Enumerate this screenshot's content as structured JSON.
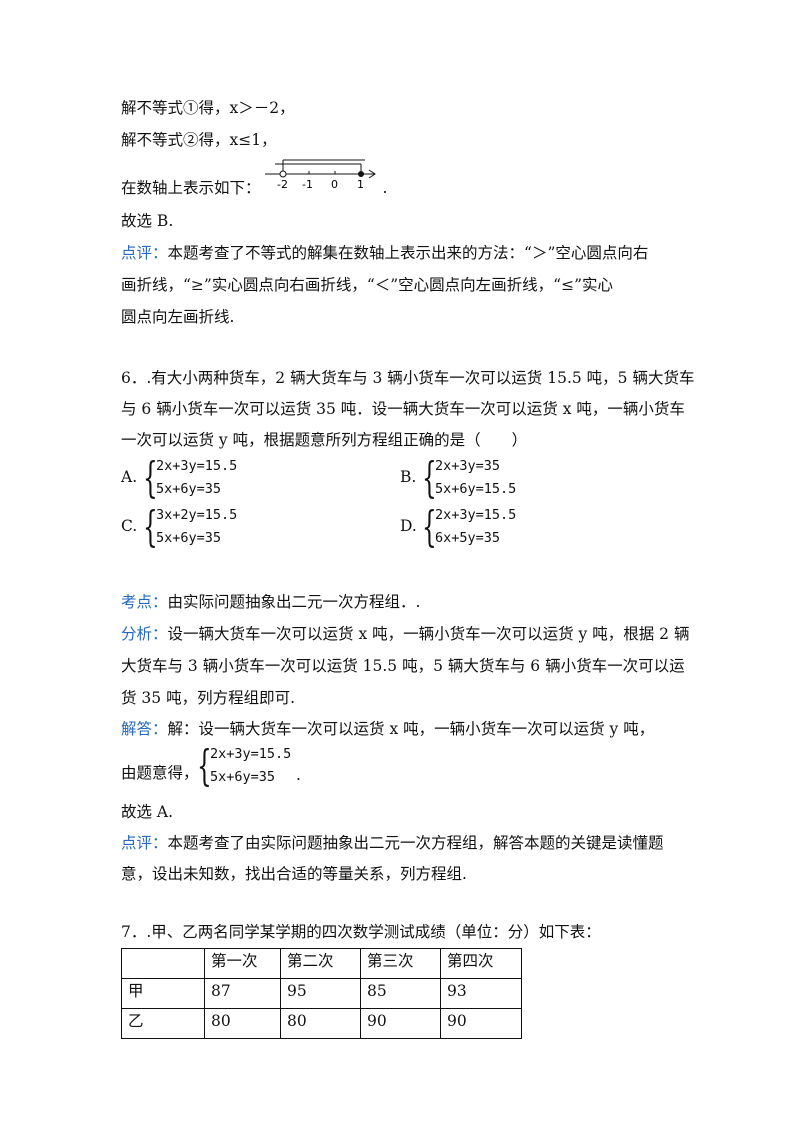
{
  "q5": {
    "line1": "解不等式①得，x＞－2，",
    "line2": "解不等式②得，x≤1，",
    "line3_prefix": "在数轴上表示如下：",
    "line3_suffix": ".",
    "numberline_ticks": [
      "-2",
      "-1",
      "0",
      "1"
    ],
    "answer": "故选 B.",
    "comment_label": "点评：",
    "comment_l1": "本题考查了不等式的解集在数轴上表示出来的方法：“＞”空心圆点向右",
    "comment_l2": "画折线，“≥”实心圆点向右画折线，“＜”空心圆点向左画折线，“≤”实心",
    "comment_l3": "圆点向左画折线."
  },
  "q6": {
    "stem_l1": "6．.有大小两种货车，2 辆大货车与 3 辆小货车一次可以运货 15.5 吨，5 辆大货车",
    "stem_l2": "与 6 辆小货车一次可以运货 35 吨．设一辆大货车一次可以运货 x 吨，一辆小货车",
    "stem_l3": "一次可以运货 y 吨，根据题意所列方程组正确的是（　　）",
    "options": [
      {
        "label": "A.",
        "eq1": "2x+3y=15.5",
        "eq2": "5x+6y=35"
      },
      {
        "label": "B.",
        "eq1": "2x+3y=35",
        "eq2": "5x+6y=15.5"
      },
      {
        "label": "C.",
        "eq1": "3x+2y=15.5",
        "eq2": "5x+6y=35"
      },
      {
        "label": "D.",
        "eq1": "2x+3y=15.5",
        "eq2": "6x+5y=35"
      }
    ],
    "kaodian_label": "考点：",
    "kaodian": "由实际问题抽象出二元一次方程组．.",
    "fenxi_label": "分析：",
    "fenxi_l1": "设一辆大货车一次可以运货 x 吨，一辆小货车一次可以运货 y 吨，根据 2 辆",
    "fenxi_l2": "大货车与 3 辆小货车一次可以运货 15.5 吨，5 辆大货车与 6 辆小货车一次可以运",
    "fenxi_l3": "货 35 吨，列方程组即可.",
    "jieda_label": "解答：",
    "jieda_l1": "解：设一辆大货车一次可以运货 x 吨，一辆小货车一次可以运货 y 吨，",
    "jieda_l2_prefix": "由题意得，",
    "jieda_eq1": "2x+3y=15.5",
    "jieda_eq2": "5x+6y=35",
    "jieda_l2_suffix": ".",
    "answer": "故选 A.",
    "comment_label": "点评：",
    "comment_l1": "本题考查了由实际问题抽象出二元一次方程组，解答本题的关键是读懂题",
    "comment_l2": "意，设出未知数，找出合适的等量关系，列方程组."
  },
  "q7": {
    "stem": "7．.甲、乙两名同学某学期的四次数学测试成绩（单位：分）如下表：",
    "headers": [
      "",
      "第一次",
      "第二次",
      "第三次",
      "第四次"
    ],
    "rows": [
      [
        "甲",
        "87",
        "95",
        "85",
        "93"
      ],
      [
        "乙",
        "80",
        "80",
        "90",
        "90"
      ]
    ]
  },
  "colors": {
    "highlight": "#2468c4",
    "text": "#111111"
  }
}
